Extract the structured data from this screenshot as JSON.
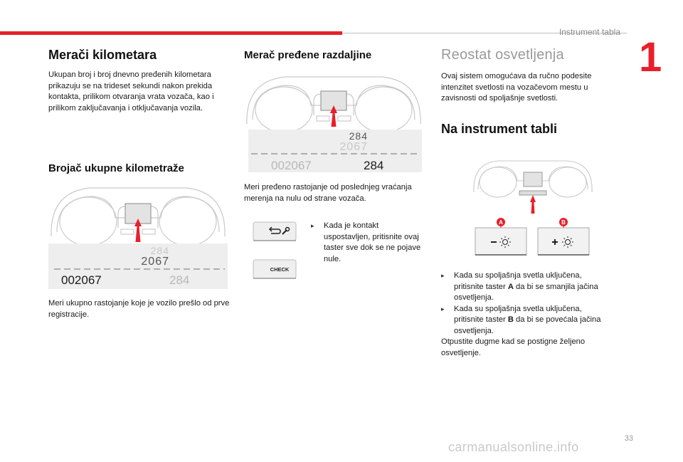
{
  "header": {
    "section_title": "Instrument tabla",
    "chapter_number": "1",
    "accent_color": "#e8202a"
  },
  "col1": {
    "title": "Merači kilometara",
    "intro": "Ukupan broj i broj dnevno pređenih kilometara prikazuju se na trideset sekundi nakon prekida kontakta, prilikom otvaranja vrata vozača, kao i prilikom zaključavanja i otključavanja vozila.",
    "sub_title": "Brojač ukupne kilometraže",
    "display": {
      "trip_top": "284",
      "total_top": "2067",
      "total_bottom": "002067",
      "trip_bottom": "284"
    },
    "caption": "Meri ukupno rastojanje koje je vozilo prešlo od prve registracije."
  },
  "col2": {
    "title": "Merač pređene razdaljine",
    "display": {
      "trip_top": "284",
      "total_top": "2067",
      "total_bottom": "002067",
      "trip_bottom": "284"
    },
    "caption": "Meri pređeno rastojanje od poslednjeg vraćanja merenja na nulu od strane vozača.",
    "check_label": "CHECK",
    "bullet": "Kada je kontakt uspostavljen, pritisnite ovaj taster sve dok se ne pojave nule."
  },
  "col3": {
    "title": "Reostat osvetljenja",
    "intro": "Ovaj sistem omogućava da ručno podesite intenzitet svetlosti na vozačevom mestu u zavisnosti od spoljašnje svetlosti.",
    "sub_title": "Na instrument tabli",
    "button_a": "A",
    "button_b": "B",
    "bullets": [
      {
        "pre": "Kada su spoljašnja svetla uključena, pritisnite taster ",
        "key": "A",
        "post": " da bi se smanjila jačina osvetljenja."
      },
      {
        "pre": "Kada su spoljašnja svetla uključena, pritisnite taster ",
        "key": "B",
        "post": " da bi se povećala jačina osvetljenja."
      }
    ],
    "outro": "Otpustite dugme kad se postigne željeno osvetljenje."
  },
  "footer": {
    "page_number": "33",
    "watermark": "carmanualsonline.info"
  }
}
